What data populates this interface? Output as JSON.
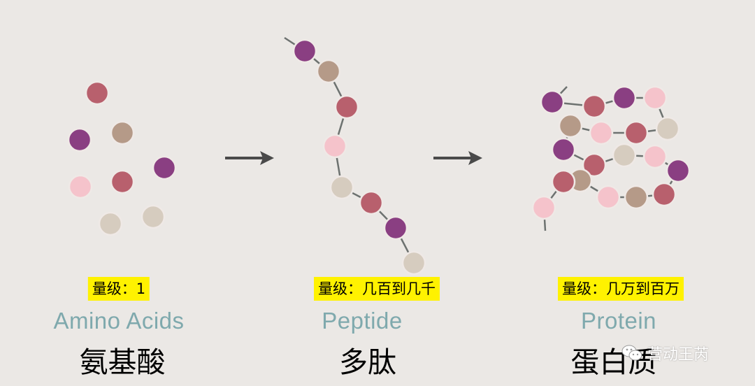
{
  "colors": {
    "purple": "#8a3f82",
    "tan": "#b59a88",
    "rose": "#b8606d",
    "pink": "#f5c3cb",
    "beige": "#d6ccbf",
    "arrow": "#4a4a4a",
    "bond": "#6d7270"
  },
  "stages": [
    {
      "magnitude": "量级：1",
      "english": "Amino Acids",
      "chinese": "氨基酸"
    },
    {
      "magnitude": "量级：几百到几千",
      "english": "Peptide",
      "chinese": "多肽"
    },
    {
      "magnitude": "量级：几万到百万",
      "english": "Protein",
      "chinese": "蛋白质"
    }
  ],
  "watermark": {
    "icon": "wechat-icon",
    "text": "营动王芮"
  }
}
